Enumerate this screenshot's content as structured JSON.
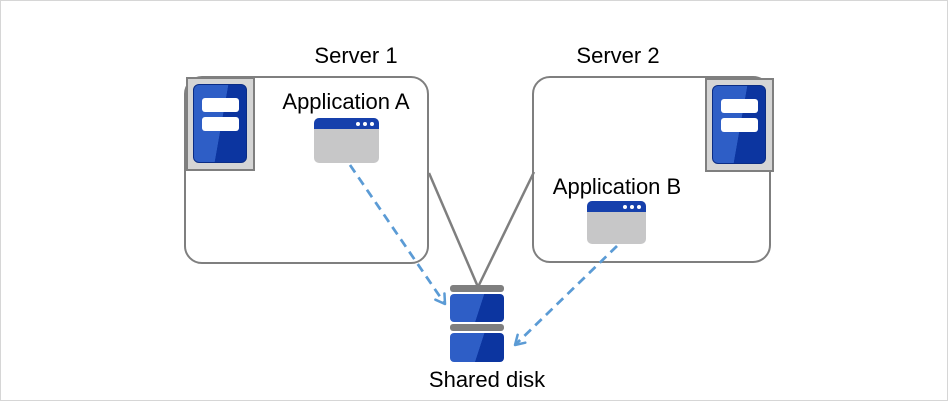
{
  "diagram": {
    "type": "server-shared-disk-architecture",
    "nodes": {
      "server1": {
        "label": "Server 1",
        "icon": "server-tower-icon",
        "application": {
          "label": "Application A",
          "icon": "app-window-icon"
        }
      },
      "server2": {
        "label": "Server 2",
        "icon": "server-tower-icon",
        "application": {
          "label": "Application B",
          "icon": "app-window-icon"
        }
      },
      "shared_disk": {
        "label": "Shared disk",
        "icon": "disk-stack-icon"
      }
    },
    "edges": [
      {
        "from": "server1",
        "to": "shared_disk",
        "style": "solid-gray-line"
      },
      {
        "from": "server2",
        "to": "shared_disk",
        "style": "solid-gray-line"
      },
      {
        "from": "application_a",
        "to": "shared_disk",
        "style": "dashed-blue-arrow"
      },
      {
        "from": "application_b",
        "to": "shared_disk",
        "style": "dashed-blue-arrow"
      }
    ],
    "colors": {
      "box-border": "#7F7F7F",
      "connector": "#7F7F7F",
      "arrow": "#5B9BD5",
      "blue-light": "#2E5EC6",
      "blue-dark": "#0C35A0",
      "titlebar-blue": "#1640AC",
      "icon-bg-gray": "#D5D5D5",
      "window-body-gray": "#C7C7C8",
      "disk-bar-gray": "#7F7F7F",
      "canvas-border": "#D6D6D6",
      "text": "#000000"
    }
  }
}
